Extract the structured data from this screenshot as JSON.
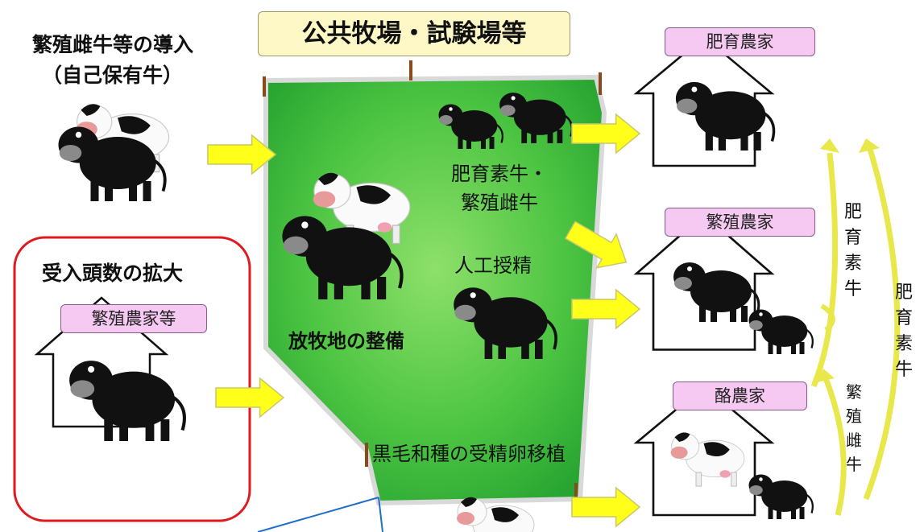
{
  "title": "公共牧場・試験場等",
  "intro": {
    "line1": "繁殖雌牛等の導入",
    "line2": "（自己保有牛）"
  },
  "acceptance": {
    "heading": "受入頭数の拡大",
    "house_label": "繁殖農家等"
  },
  "pasture": {
    "main_label": "放牧地の整備",
    "label_calves_line1": "肥育素牛・",
    "label_calves_line2": "繁殖雌牛",
    "label_ai": "人工授精",
    "label_embryo": "黒毛和種の受精卵移植"
  },
  "farms": {
    "fattening": "肥育農家",
    "breeding": "繁殖農家",
    "dairy": "酪農家"
  },
  "side_labels": {
    "inner_calf": [
      "肥",
      "育",
      "素",
      "牛"
    ],
    "outer_calf": [
      "肥",
      "育",
      "素",
      "牛"
    ],
    "heifer": [
      "繁",
      "殖",
      "雌",
      "牛"
    ]
  },
  "colors": {
    "title_bg": "#fdf8c6",
    "pasture_green": "#3fbf3a",
    "arrow_yellow": "#ffff1a",
    "label_pink": "#f6c9f3",
    "red_box": "#e0191f",
    "callout_blue": "#1f6fc8"
  },
  "icons": [
    "cow-icon",
    "house-icon",
    "arrow-icon"
  ]
}
